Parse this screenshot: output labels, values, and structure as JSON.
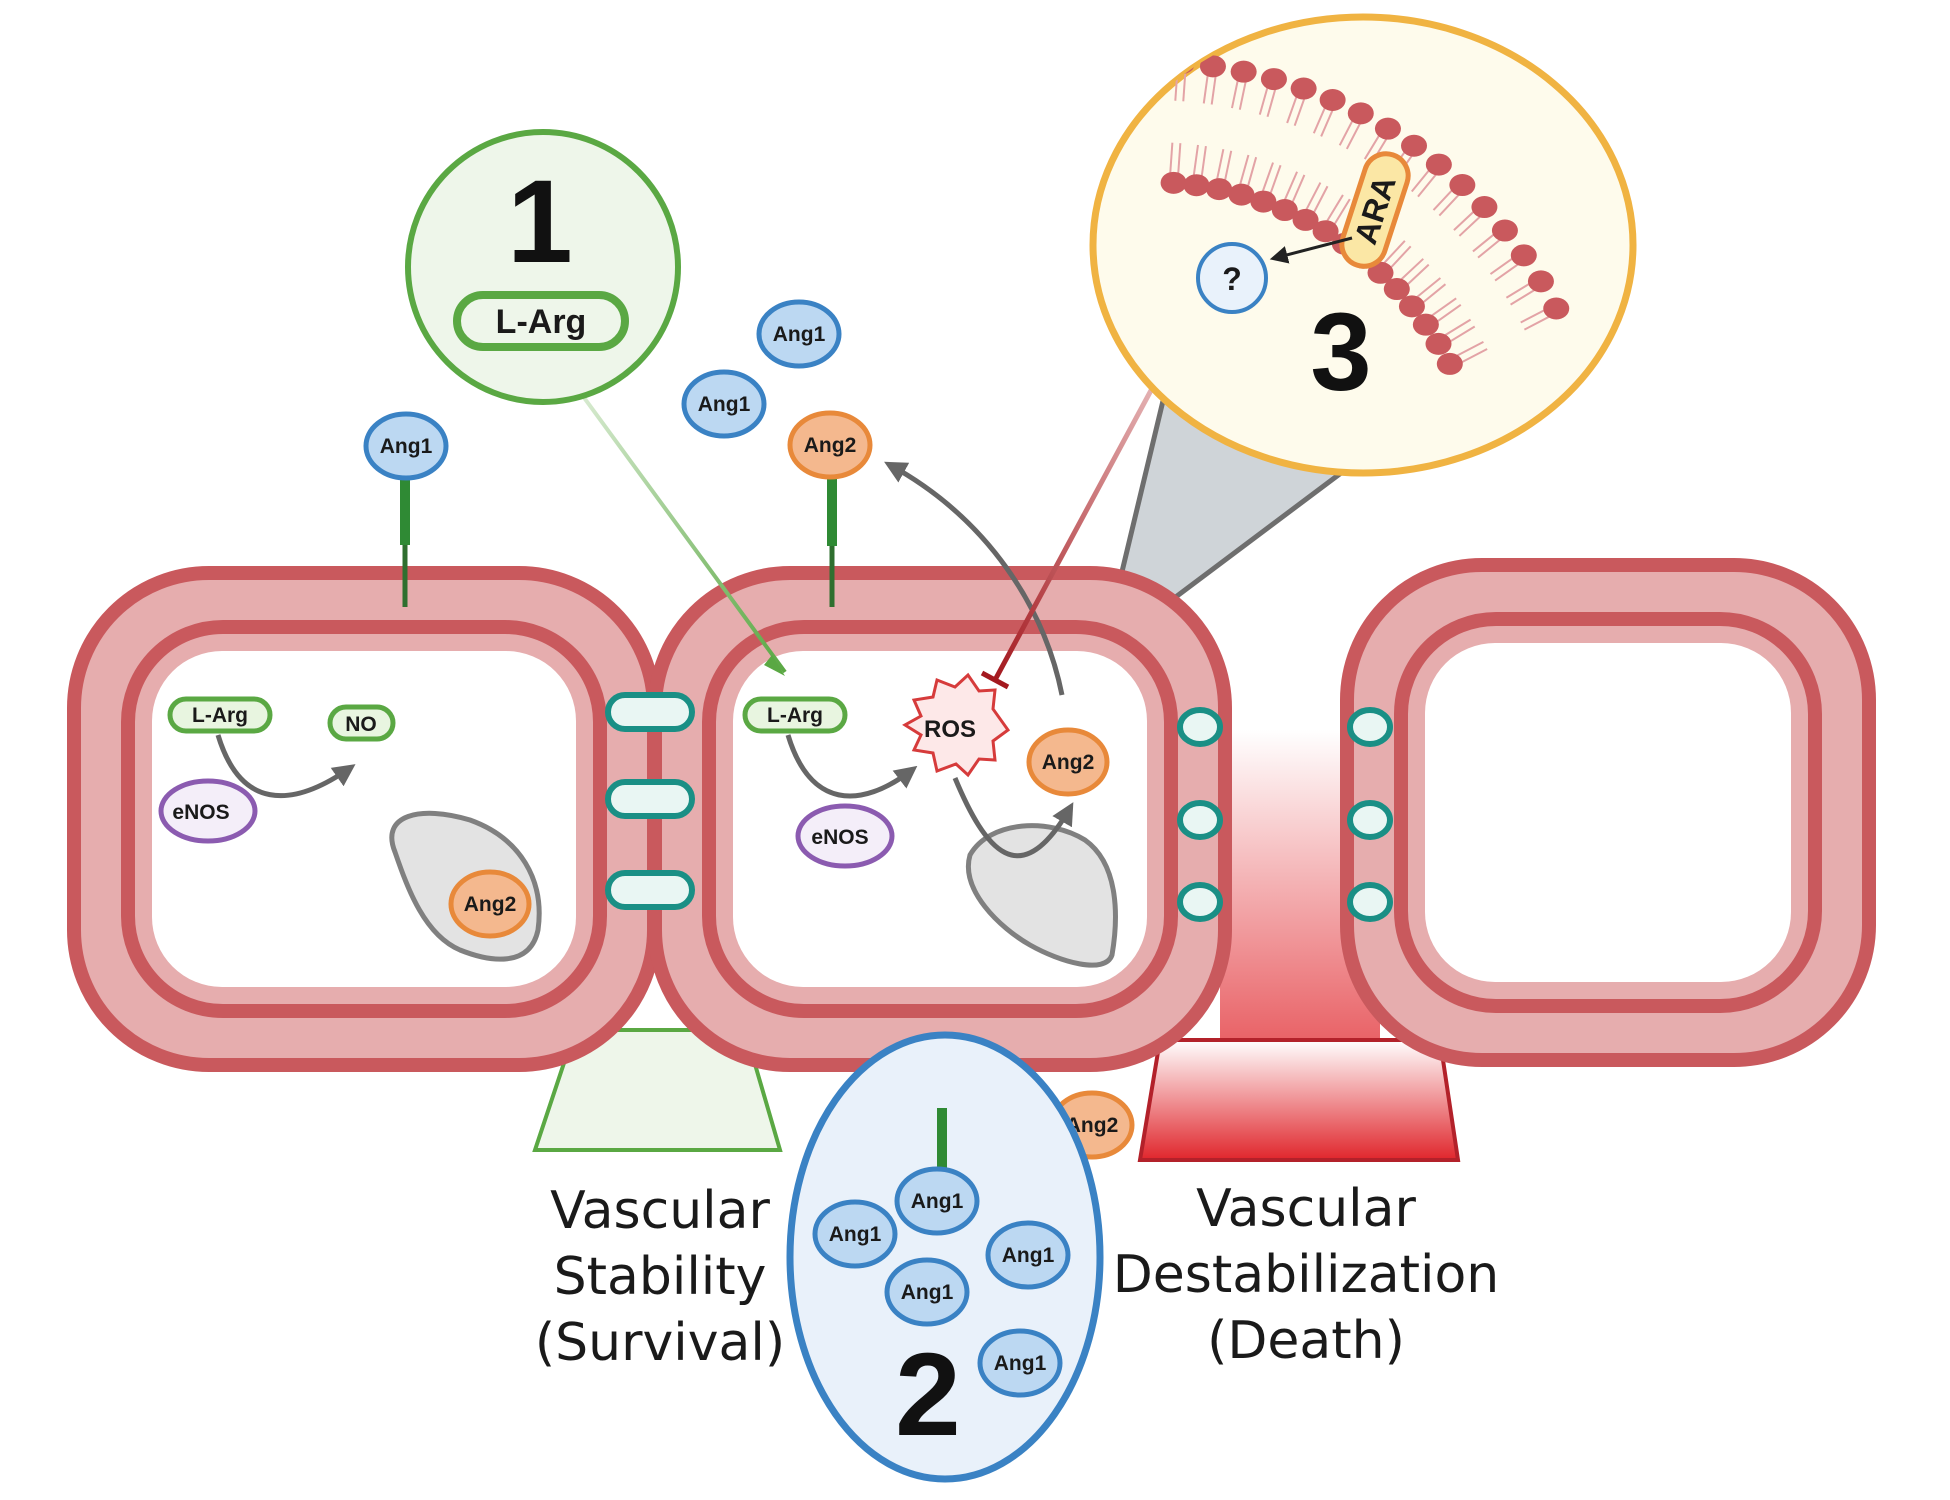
{
  "callouts": {
    "c1": {
      "number": "1",
      "label": "L-Arg"
    },
    "c2": {
      "number": "2",
      "label": "Ang1"
    },
    "c3": {
      "number": "3",
      "ara": "ARA",
      "unknown": "?"
    }
  },
  "molecules": {
    "ang1": "Ang1",
    "ang2": "Ang2",
    "larg": "L-Arg",
    "no": "NO",
    "enos": "eNOS",
    "ros": "ROS"
  },
  "outcomes": {
    "left": {
      "line1": "Vascular",
      "line2": "Stability",
      "line3": "(Survival)"
    },
    "right": {
      "line1": "Vascular",
      "line2": "Destabilization",
      "line3": "(Death)"
    }
  },
  "colors": {
    "cell_wall": "#c9595d",
    "cell_wall_inner": "#e6adae",
    "green": "#5aa843",
    "blue": "#3a82c4",
    "blue_fill": "#bcd8f2",
    "orange": "#e8893a",
    "orange_fill": "#f4b88e",
    "purple": "#8b5bb0",
    "teal": "#1a8f85",
    "yellow": "#f0b342",
    "red": "#e53935"
  }
}
